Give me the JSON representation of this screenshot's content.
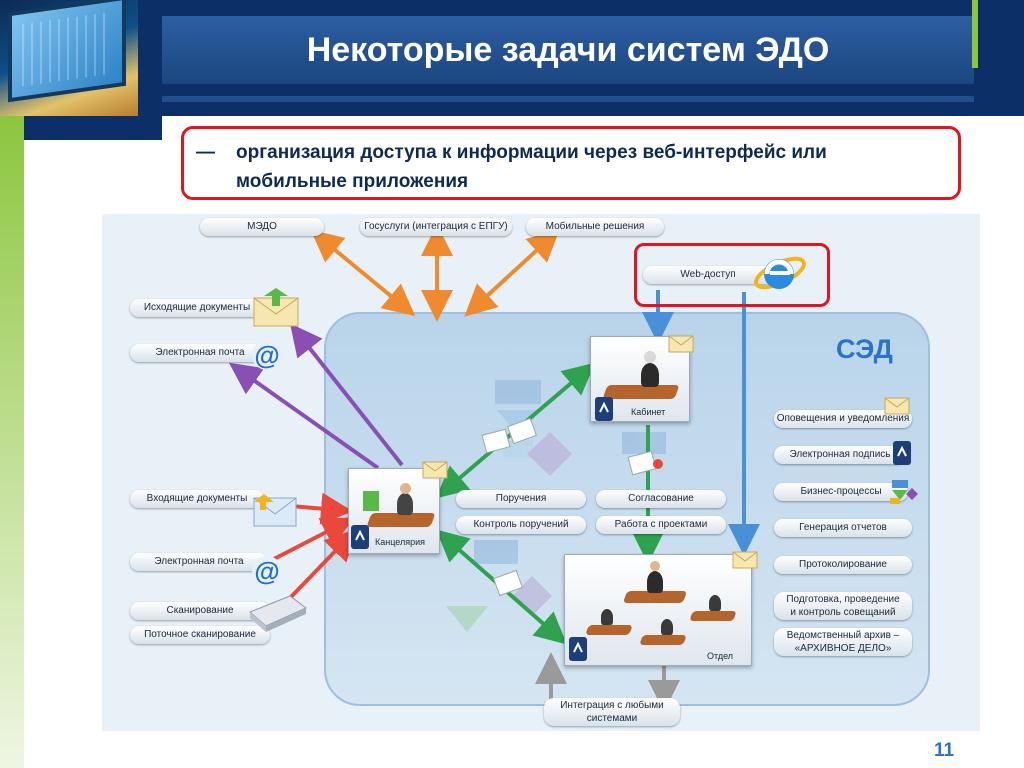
{
  "header": {
    "title": "Некоторые задачи систем ЭДО"
  },
  "callout": {
    "dash": "—",
    "text": "организация доступа к информации через веб-интерфейс или мобильные приложения"
  },
  "diagram": {
    "top_nodes": {
      "medo": "МЭДО",
      "gosuslugi": "Госуслуги (интеграция с ЕПГУ)",
      "mobile": "Мобильные решения"
    },
    "web_access": "Web-доступ",
    "sed_label": "СЭД",
    "left_nodes": {
      "outgoing": "Исходящие документы",
      "email_out": "Электронная почта",
      "incoming": "Входящие документы",
      "email_in": "Электронная почта",
      "scanning": "Сканирование",
      "stream_scanning": "Поточное сканирование"
    },
    "center": {
      "orders": "Поручения",
      "orders_control": "Контроль поручений",
      "approval": "Согласование",
      "projects": "Работа с проектами",
      "office": "Канцелярия",
      "cabinet": "Кабинет",
      "department": "Отдел"
    },
    "right_nodes": {
      "notifications": "Оповещения и уведомления",
      "e_signature": "Электронная подпись",
      "business": "Бизнес-процессы",
      "reports": "Генерация отчетов",
      "protocol": "Протоколирование",
      "meetings_1": "Подготовка, проведение",
      "meetings_2": "и контроль  совещаний",
      "archive_1": "Ведомственный архив –",
      "archive_2": "«АРХИВНОЕ ДЕЛО»"
    },
    "integration_1": "Интеграция с любыми",
    "integration_2": "системами"
  },
  "page_number": "11",
  "colors": {
    "navy": "#0b2f66",
    "title_blue": "#1c467f",
    "accent_green": "#8cc63f",
    "highlight_red": "#e3141b",
    "sed_blue": "#2a73c8"
  }
}
